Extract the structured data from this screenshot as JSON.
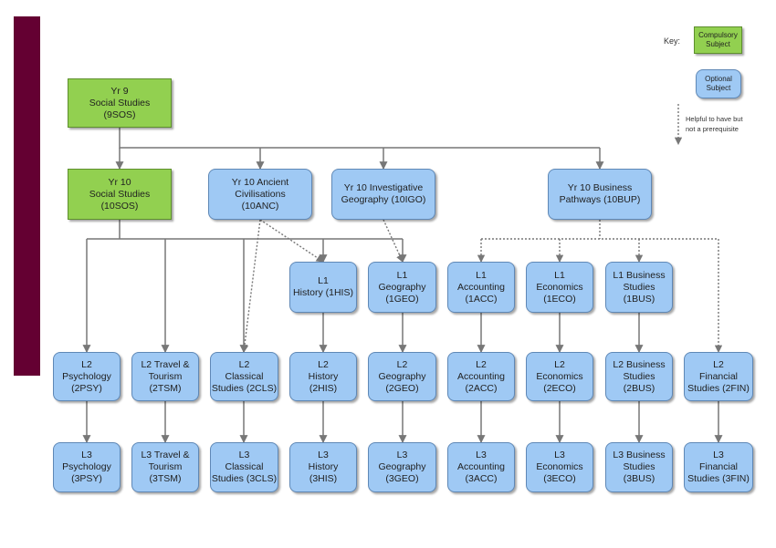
{
  "key": {
    "title": "Key:",
    "compulsory": [
      "Compulsory",
      "Subject"
    ],
    "optional": [
      "Optional",
      "Subject"
    ],
    "helpful": [
      "Helpful to have but",
      "not a prerequisite"
    ]
  },
  "colors": {
    "compulsory": "#92d050",
    "optional": "#9fc9f4",
    "bar": "#640032",
    "line": "#777777"
  },
  "courses": {
    "yr9_sos": [
      "Yr 9",
      "Social  Studies",
      "(9SOS)"
    ],
    "yr10_sos": [
      "Yr 10",
      "Social Studies",
      "(10SOS)"
    ],
    "yr10_anc": [
      "Yr 10 Ancient",
      "Civilisations",
      "(10ANC)"
    ],
    "yr10_igo": [
      "Yr 10 Investigative",
      "Geography (10IGO)"
    ],
    "yr10_bup": [
      "Yr 10 Business",
      "Pathways (10BUP)"
    ],
    "l1_his": [
      "L1",
      "History (1HIS)"
    ],
    "l1_geo": [
      "L1",
      "Geography",
      "(1GEO)"
    ],
    "l1_acc": [
      "L1",
      "Accounting",
      "(1ACC)"
    ],
    "l1_eco": [
      "L1",
      "Economics",
      "(1ECO)"
    ],
    "l1_bus": [
      "L1 Business",
      "Studies",
      "(1BUS)"
    ],
    "l2_psy": [
      "L2",
      "Psychology",
      "(2PSY)"
    ],
    "l2_tsm": [
      "L2 Travel &",
      "Tourism",
      "(2TSM)"
    ],
    "l2_cls": [
      "L2",
      "Classical",
      "Studies (2CLS)"
    ],
    "l2_his": [
      "L2",
      "History",
      "(2HIS)"
    ],
    "l2_geo": [
      "L2",
      "Geography",
      "(2GEO)"
    ],
    "l2_acc": [
      "L2",
      "Accounting",
      "(2ACC)"
    ],
    "l2_eco": [
      "L2",
      "Economics",
      "(2ECO)"
    ],
    "l2_bus": [
      "L2 Business",
      "Studies",
      "(2BUS)"
    ],
    "l2_fin": [
      "L2",
      "Financial",
      "Studies (2FIN)"
    ],
    "l3_psy": [
      "L3",
      "Psychology",
      "(3PSY)"
    ],
    "l3_tsm": [
      "L3 Travel &",
      "Tourism",
      "(3TSM)"
    ],
    "l3_cls": [
      "L3",
      "Classical",
      "Studies (3CLS)"
    ],
    "l3_his": [
      "L3",
      "History",
      "(3HIS)"
    ],
    "l3_geo": [
      "L3",
      "Geography",
      "(3GEO)"
    ],
    "l3_acc": [
      "L3",
      "Accounting",
      "(3ACC)"
    ],
    "l3_eco": [
      "L3",
      "Economics",
      "(3ECO)"
    ],
    "l3_bus": [
      "L3 Business",
      "Studies",
      "(3BUS)"
    ],
    "l3_fin": [
      "L3",
      "Financial",
      "Studies (3FIN)"
    ]
  }
}
